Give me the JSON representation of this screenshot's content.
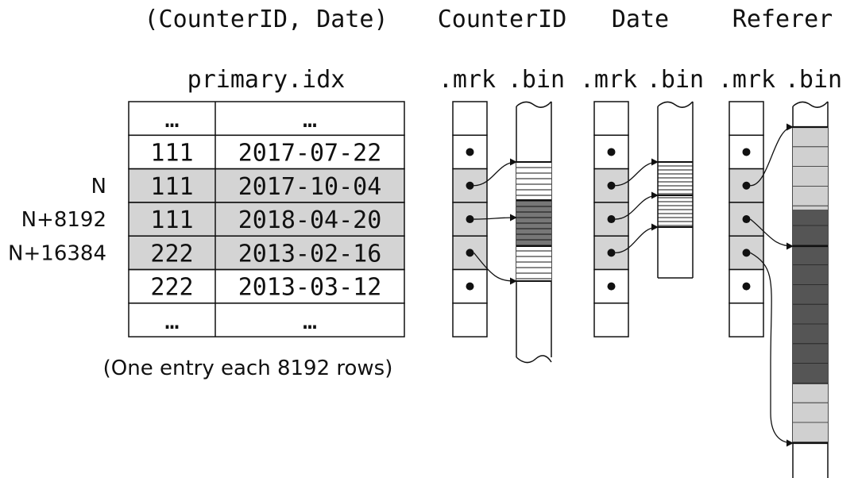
{
  "index": {
    "key_title": "(CounterID, Date)",
    "file_name": "primary.idx",
    "rows": [
      {
        "label": "",
        "id": "…",
        "date": "…",
        "highlight": false
      },
      {
        "label": "",
        "id": "111",
        "date": "2017-07-22",
        "highlight": false
      },
      {
        "label": "N",
        "id": "111",
        "date": "2017-10-04",
        "highlight": true
      },
      {
        "label": "N+8192",
        "id": "111",
        "date": "2018-04-20",
        "highlight": true
      },
      {
        "label": "N+16384",
        "id": "222",
        "date": "2013-02-16",
        "highlight": true
      },
      {
        "label": "",
        "id": "222",
        "date": "2013-03-12",
        "highlight": false
      },
      {
        "label": "",
        "id": "…",
        "date": "…",
        "highlight": false
      }
    ],
    "footnote": "(One entry each 8192 rows)"
  },
  "columns": [
    {
      "name": "CounterID",
      "mrk_label": ".mrk",
      "bin_label": ".bin"
    },
    {
      "name": "Date",
      "mrk_label": ".mrk",
      "bin_label": ".bin"
    },
    {
      "name": "Referer",
      "mrk_label": ".mrk",
      "bin_label": ".bin"
    }
  ],
  "colors": {
    "line": "#111111",
    "highlight": "#d4d4d4",
    "light_block": "#d0d0d0",
    "dark_block": "#555555"
  }
}
